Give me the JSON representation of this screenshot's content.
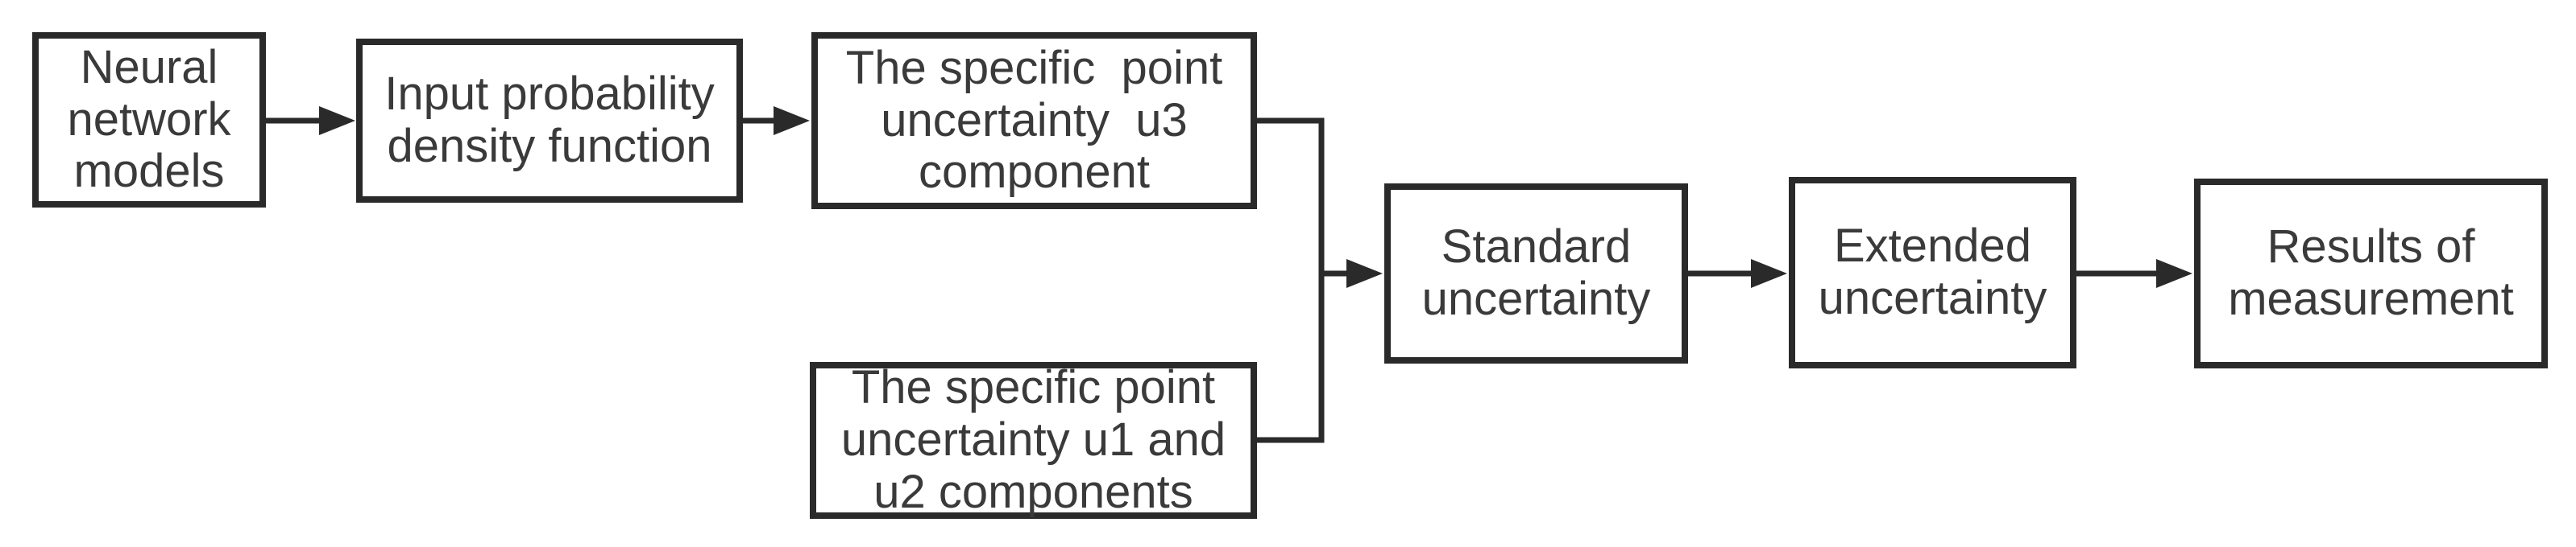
{
  "figure": {
    "type": "flowchart",
    "background_color": "#ffffff",
    "line_color": "#2a2a2a",
    "text_color": "#3a3a3a"
  },
  "nodes": [
    {
      "id": "neural-network-models",
      "label": "Neural\nnetwork\nmodels"
    },
    {
      "id": "input-pdf",
      "label": "Input probability\ndensity function"
    },
    {
      "id": "u3-component",
      "label": "The specific  point\nuncertainty  u3\ncomponent"
    },
    {
      "id": "u1-u2-components",
      "label": "The specific point\nuncertainty u1 and\nu2 components"
    },
    {
      "id": "standard-uncertainty",
      "label": "Standard\nuncertainty"
    },
    {
      "id": "extended-uncertainty",
      "label": "Extended\nuncertainty"
    },
    {
      "id": "results-of-measurement",
      "label": "Results of\nmeasurement"
    }
  ],
  "edges": [
    {
      "from": "neural-network-models",
      "to": "input-pdf"
    },
    {
      "from": "input-pdf",
      "to": "u3-component"
    },
    {
      "from": "u3-component",
      "to": "standard-uncertainty"
    },
    {
      "from": "u1-u2-components",
      "to": "standard-uncertainty"
    },
    {
      "from": "standard-uncertainty",
      "to": "extended-uncertainty"
    },
    {
      "from": "extended-uncertainty",
      "to": "results-of-measurement"
    }
  ]
}
